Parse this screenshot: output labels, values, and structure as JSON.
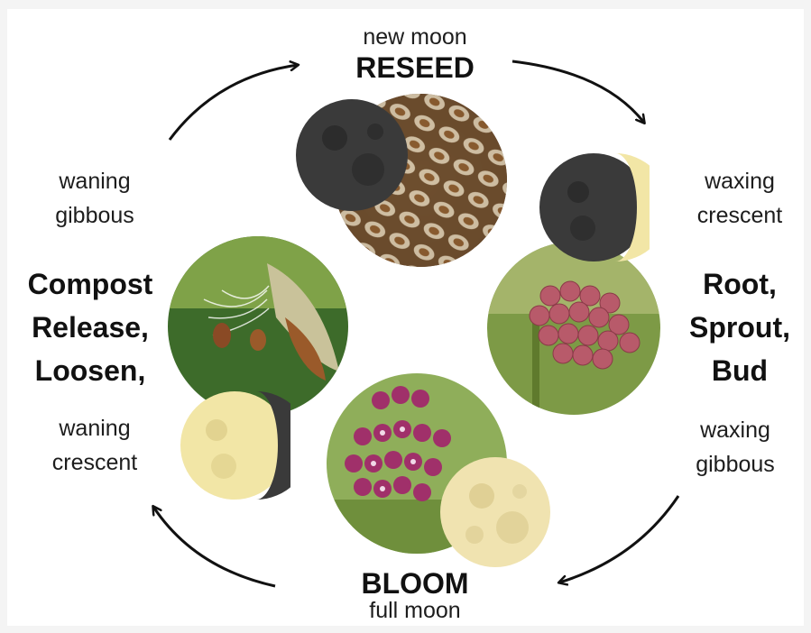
{
  "phases": {
    "new_moon": {
      "phase": "new moon",
      "stage": "RESEED"
    },
    "waxing_crescent": {
      "line1": "waxing",
      "line2": "crescent"
    },
    "root_stage": {
      "line1": "Root,",
      "line2": "Sprout,",
      "line3": "Bud"
    },
    "waxing_gibbous": {
      "line1": "waxing",
      "line2": "gibbous"
    },
    "full_moon": {
      "stage": "BLOOM",
      "phase": "full moon"
    },
    "waning_crescent": {
      "line1": "waning",
      "line2": "crescent"
    },
    "compost_stage": {
      "line1": "Compost",
      "line2": "Release,",
      "line3": "Loosen,"
    },
    "waning_gibbous": {
      "line1": "waning",
      "line2": "gibbous"
    }
  },
  "colors": {
    "moon_dark": "#3a3a3a",
    "moon_light": "#f2e6a6",
    "arrow": "#111111"
  },
  "icons": {
    "cycle": "curved-arrow",
    "moon": "moon-phase"
  }
}
